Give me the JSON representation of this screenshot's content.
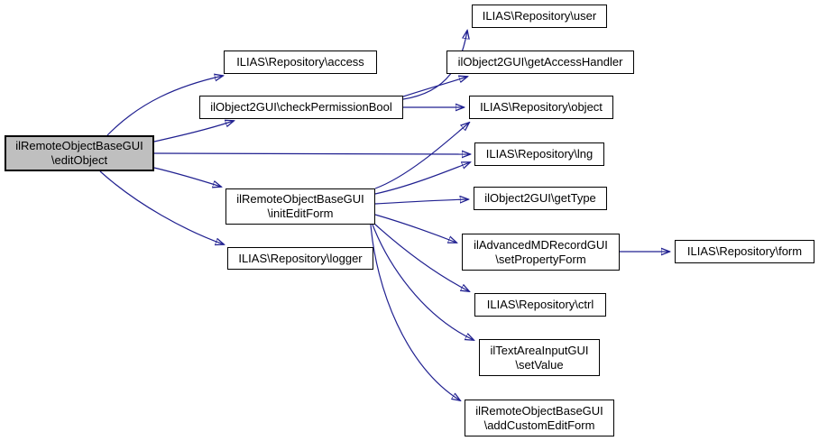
{
  "diagram": {
    "type": "call-graph",
    "edge_color": "#202090",
    "node_fill": "#ffffff",
    "node_border": "#000000",
    "highlight_fill": "#bfbfbf",
    "nodes": [
      {
        "id": "edit-object",
        "lines": [
          "ilRemoteObjectBaseGUI",
          "\\editObject"
        ],
        "highlighted": true
      },
      {
        "id": "access",
        "lines": [
          "ILIAS\\Repository\\access"
        ]
      },
      {
        "id": "check-permission-bool",
        "lines": [
          "ilObject2GUI\\checkPermissionBool"
        ]
      },
      {
        "id": "init-edit-form",
        "lines": [
          "ilRemoteObjectBaseGUI",
          "\\initEditForm"
        ]
      },
      {
        "id": "logger",
        "lines": [
          "ILIAS\\Repository\\logger"
        ]
      },
      {
        "id": "user",
        "lines": [
          "ILIAS\\Repository\\user"
        ]
      },
      {
        "id": "get-access-handler",
        "lines": [
          "ilObject2GUI\\getAccessHandler"
        ]
      },
      {
        "id": "object",
        "lines": [
          "ILIAS\\Repository\\object"
        ]
      },
      {
        "id": "lng",
        "lines": [
          "ILIAS\\Repository\\lng"
        ]
      },
      {
        "id": "get-type",
        "lines": [
          "ilObject2GUI\\getType"
        ]
      },
      {
        "id": "set-property-form",
        "lines": [
          "ilAdvancedMDRecordGUI",
          "\\setPropertyForm"
        ]
      },
      {
        "id": "ctrl",
        "lines": [
          "ILIAS\\Repository\\ctrl"
        ]
      },
      {
        "id": "set-value",
        "lines": [
          "ilTextAreaInputGUI",
          "\\setValue"
        ]
      },
      {
        "id": "add-custom-edit-form",
        "lines": [
          "ilRemoteObjectBaseGUI",
          "\\addCustomEditForm"
        ]
      },
      {
        "id": "form",
        "lines": [
          "ILIAS\\Repository\\form"
        ]
      }
    ],
    "edges": [
      {
        "from": "ilRemoteObjectBaseGUI\\editObject",
        "to": "ILIAS\\Repository\\access"
      },
      {
        "from": "ilRemoteObjectBaseGUI\\editObject",
        "to": "ilObject2GUI\\checkPermissionBool"
      },
      {
        "from": "ilRemoteObjectBaseGUI\\editObject",
        "to": "ilRemoteObjectBaseGUI\\initEditForm"
      },
      {
        "from": "ilRemoteObjectBaseGUI\\editObject",
        "to": "ILIAS\\Repository\\lng"
      },
      {
        "from": "ilRemoteObjectBaseGUI\\editObject",
        "to": "ILIAS\\Repository\\logger"
      },
      {
        "from": "ilObject2GUI\\checkPermissionBool",
        "to": "ILIAS\\Repository\\user"
      },
      {
        "from": "ilObject2GUI\\checkPermissionBool",
        "to": "ilObject2GUI\\getAccessHandler"
      },
      {
        "from": "ilObject2GUI\\checkPermissionBool",
        "to": "ILIAS\\Repository\\object"
      },
      {
        "from": "ilRemoteObjectBaseGUI\\initEditForm",
        "to": "ILIAS\\Repository\\object"
      },
      {
        "from": "ilRemoteObjectBaseGUI\\initEditForm",
        "to": "ILIAS\\Repository\\lng"
      },
      {
        "from": "ilRemoteObjectBaseGUI\\initEditForm",
        "to": "ilObject2GUI\\getType"
      },
      {
        "from": "ilRemoteObjectBaseGUI\\initEditForm",
        "to": "ilAdvancedMDRecordGUI\\setPropertyForm"
      },
      {
        "from": "ilRemoteObjectBaseGUI\\initEditForm",
        "to": "ILIAS\\Repository\\ctrl"
      },
      {
        "from": "ilRemoteObjectBaseGUI\\initEditForm",
        "to": "ilTextAreaInputGUI\\setValue"
      },
      {
        "from": "ilRemoteObjectBaseGUI\\initEditForm",
        "to": "ilRemoteObjectBaseGUI\\addCustomEditForm"
      },
      {
        "from": "ilAdvancedMDRecordGUI\\setPropertyForm",
        "to": "ILIAS\\Repository\\form"
      }
    ]
  }
}
